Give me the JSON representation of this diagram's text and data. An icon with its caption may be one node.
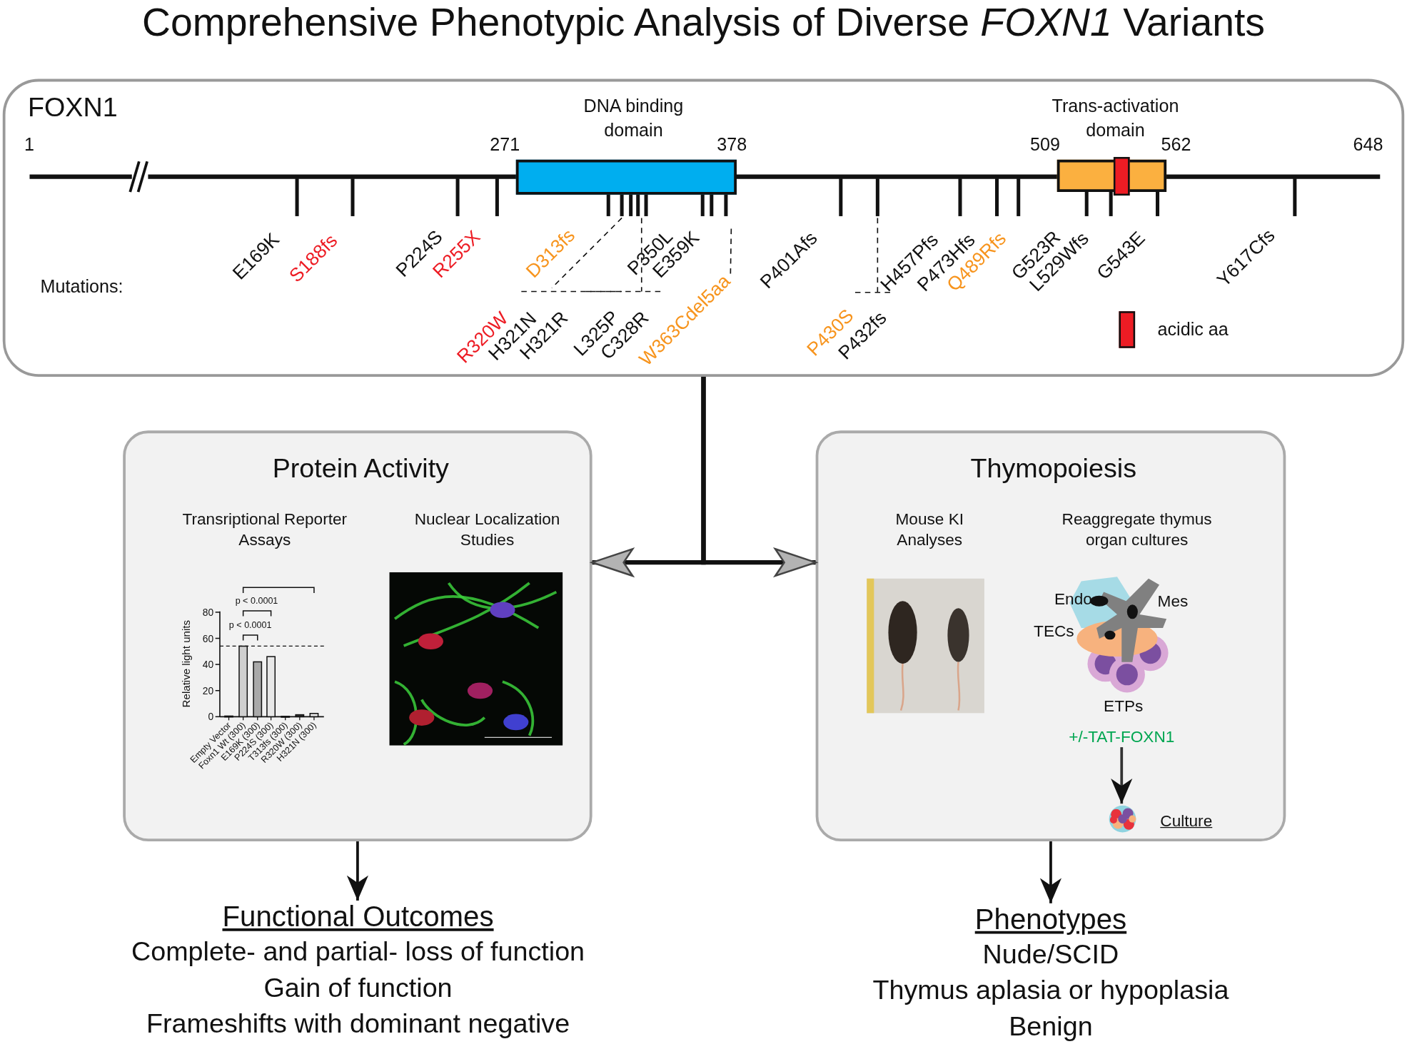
{
  "diagram": {
    "title": "Comprehensive Phenotypic Analysis of Diverse *FOXN1* Variants",
    "nodes": [
      {
        "text": [
          "FOXN1"
        ]
      },
      {
        "text": [
          "DNA binding domain"
        ],
        "in": 0
      },
      {
        "text": [
          "Trans-activation domain"
        ],
        "in": 0
      },
      {
        "text": [
          "Protein Activity"
        ]
      },
      {
        "text": [
          "Thymopoiesis"
        ]
      },
      {
        "text": [
          "+/-TAT-FOXN1"
        ],
        "in": 4
      },
      {
        "text": [],
        "shape": "picture",
        "in": 4,
        "beside": [
          "Culture"
        ]
      },
      {
        "text": [
          "Functional Outcomes",
          "Complete- and partial- loss of function",
          "Gain of function",
          "Frameshifts with dominant negative"
        ]
      },
      {
        "text": [
          "Phenotypes",
          "Nude/SCID",
          "Thymus aplasia or hypoplasia",
          "Benign"
        ]
      },
      {
        "text": [
          "W363Cdel5aa"
        ],
        "in": 0
      }
    ],
    "edges": [
      {
        "from": 0,
        "to": 3,
        "arrow": "to"
      },
      {
        "from": 0,
        "to": 4,
        "arrow": "to"
      },
      {
        "from": 5,
        "to": 6,
        "arrow": "to"
      },
      {
        "from": 3,
        "to": 7,
        "arrow": "to"
      },
      {
        "from": 4,
        "to": 8,
        "arrow": "to"
      },
      {
        "from": 9,
        "to": null,
        "arrow": "none",
        "style": "dashed"
      }
    ],
    "labels": [
      "1",
      "271",
      "378",
      "509",
      "562",
      "648",
      "Mutations:",
      "E169K",
      "S188fs",
      "P224S",
      "R255X",
      "D313fs",
      "P350L",
      "E359K",
      "P401Afs",
      "H457Pfs",
      "P473Hfs",
      "Q489Rfs",
      "G523R",
      "L529Wfs",
      "G543E",
      "Y617Cfs",
      "R320W",
      "H321N",
      "H321R",
      "L325P",
      "C328R",
      "P430S",
      "P432fs",
      "Transriptional Reporter Assays",
      "Nuclear Localization Studies",
      "Mouse KI Analyses",
      "Reaggregate thymus organ cultures",
      "Endo",
      "Mes",
      "TECs",
      "ETPs"
    ],
    "legend": [
      {
        "text": "acidic aa",
        "color": "#ed1c24"
      }
    ],
    "chart_data": {
      "type": "bar",
      "ylabel": "Relative light units",
      "categories": [
        "Empty Vector",
        "Foxn1 Wt (300)",
        "E169K (300)",
        "P224S (300)",
        "T313fs (300)",
        "R320W (300)",
        "H321N (300)"
      ],
      "values": [
        0.5,
        54,
        42,
        46,
        0.3,
        1.5,
        2.5
      ],
      "ylim": [
        0,
        80
      ],
      "yticks": [
        0,
        20,
        40,
        60,
        80
      ],
      "annotations": [
        "p < 0.0001",
        "p < 0.0001"
      ]
    }
  }
}
